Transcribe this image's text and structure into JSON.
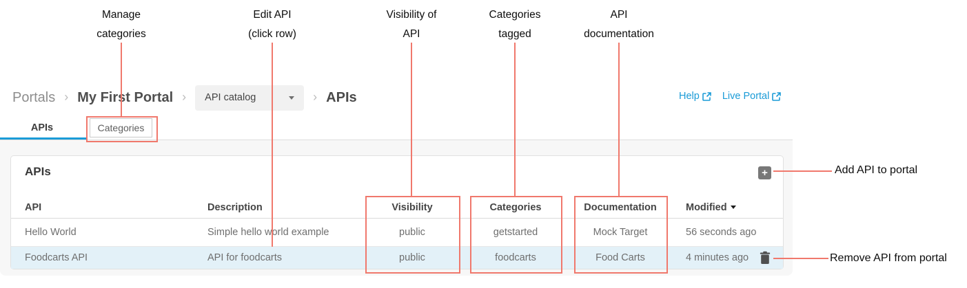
{
  "colors": {
    "annotation_red": "#f0786c",
    "link_blue": "#1a9bd7",
    "tab_underline_blue": "#1a9bd7",
    "row_highlight": "#e3f1f8",
    "backdrop_gray": "#f7f7f7",
    "add_button_gray": "#787878"
  },
  "annotations": {
    "top": [
      {
        "line1": "Manage",
        "line2": "categories"
      },
      {
        "line1": "Edit API",
        "line2": "(click row)"
      },
      {
        "line1": "Visibility of",
        "line2": "API"
      },
      {
        "line1": "Categories",
        "line2": "tagged"
      },
      {
        "line1": "API",
        "line2": "documentation"
      }
    ],
    "right": [
      {
        "label": "Add API to portal"
      },
      {
        "label": "Remove API from portal"
      }
    ]
  },
  "breadcrumb": {
    "separator": "›",
    "portals": "Portals",
    "portal_name": "My First Portal",
    "dropdown_value": "API catalog",
    "current": "APIs"
  },
  "header_links": {
    "help": "Help",
    "live_portal": "Live Portal"
  },
  "tabs": {
    "apis": "APIs",
    "categories": "Categories"
  },
  "panel": {
    "title": "APIs",
    "add_button_label": "+"
  },
  "table": {
    "columns": {
      "api": "API",
      "description": "Description",
      "visibility": "Visibility",
      "categories": "Categories",
      "documentation": "Documentation",
      "modified": "Modified"
    },
    "sort": {
      "column": "Modified",
      "direction": "desc"
    },
    "rows": [
      {
        "api": "Hello World",
        "description": "Simple hello world example",
        "visibility": "public",
        "categories": "getstarted",
        "documentation": "Mock Target",
        "modified": "56 seconds ago"
      },
      {
        "api": "Foodcarts API",
        "description": "API for foodcarts",
        "visibility": "public",
        "categories": "foodcarts",
        "documentation": "Food Carts",
        "modified": "4 minutes ago",
        "highlighted": true
      }
    ]
  }
}
